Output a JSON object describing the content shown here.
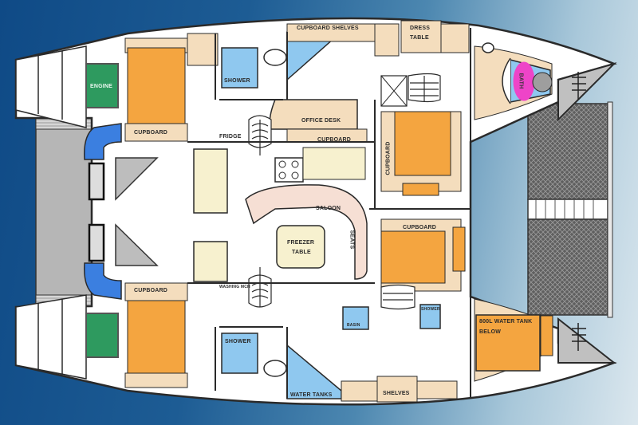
{
  "diagram": {
    "type": "catamaran-floor-plan",
    "colors": {
      "background_dark": "#0f4a86",
      "background_light": "#dbe7ee",
      "hull_outline": "#2a2a2a",
      "floor": "#ffffff",
      "cabinetry": "#f4ddbd",
      "furniture_cream": "#f7f1cf",
      "bed": "#f4a540",
      "wet_area": "#8fc8ef",
      "engine": "#2e9a5f",
      "helm_seat": "#3b7fe0",
      "bath": "#ee44c8",
      "trampoline": "#6b6b6b",
      "cockpit": "#b4b4b4"
    },
    "labels": {
      "engine_top": "ENGINE",
      "cupboard_top_left": "CUPBOARD",
      "fridge": "FRIDGE",
      "shower_top": "SHOWER",
      "cupboard_shelves": "CUPBOARD SHELVES",
      "dress_table_1": "DRESS",
      "dress_table_2": "TABLE",
      "office_desk": "OFFICE DESK",
      "cupboard_mid": "CUPBOARD",
      "bath": "BATH",
      "cupboard_vert": "CUPBOARD",
      "saloon": "SALOON",
      "seats": "SEATS",
      "freezer_table_1": "FREEZER",
      "freezer_table_2": "TABLE",
      "cupboard_right_cabin": "CUPBOARD",
      "cupboard_bottom_left": "CUPBOARD",
      "washing_machine": "WASHING MCH",
      "shower_bottom": "SHOWER",
      "basin": "BASIN",
      "shower_right": "SHOWER",
      "water_tank_1": "800L WATER TANK",
      "water_tank_2": "BELOW",
      "water_tanks": "WATER TANKS",
      "shelves": "SHELVES"
    }
  }
}
